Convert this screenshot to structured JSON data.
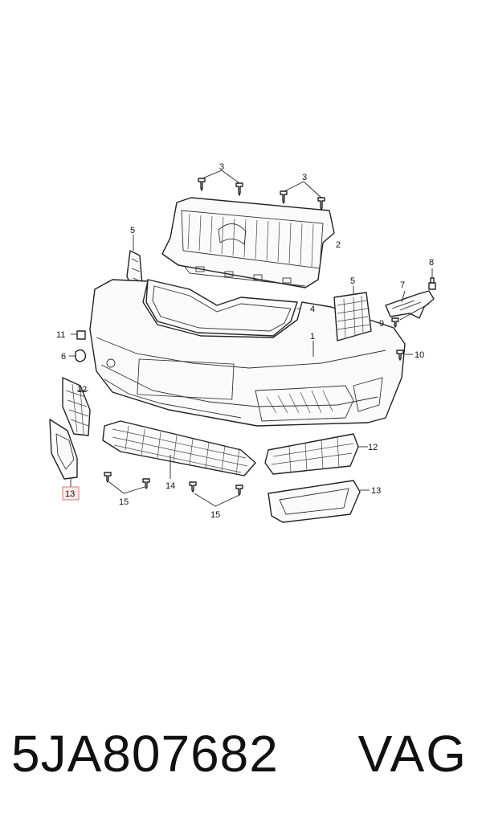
{
  "callouts": {
    "c1": "1",
    "c2": "2",
    "c3a": "3",
    "c3b": "3",
    "c4": "4",
    "c5a": "5",
    "c5b": "5",
    "c6": "6",
    "c7": "7",
    "c8": "8",
    "c9": "9",
    "c10": "10",
    "c11": "11",
    "c12a": "12",
    "c12b": "12",
    "c13a": "13",
    "c13b": "13",
    "c14": "14",
    "c15a": "15",
    "c15b": "15"
  },
  "caption": {
    "part_number": "5JA807682",
    "brand": "VAG"
  }
}
